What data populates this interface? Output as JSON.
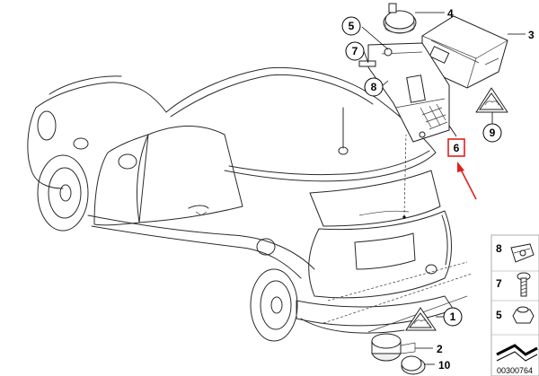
{
  "callouts": {
    "c1": "1",
    "c2": "2",
    "c3": "3",
    "c4": "4",
    "c5": "5",
    "c6": "6",
    "c7": "7",
    "c8": "8",
    "c9": "9",
    "c10": "10"
  },
  "legend": {
    "l8": "8",
    "l7": "7",
    "l5": "5"
  },
  "reference_number": "00300764",
  "colors": {
    "highlight_box": "#e0201c",
    "arrow": "#e0201c",
    "line": "#2a2a2a"
  }
}
